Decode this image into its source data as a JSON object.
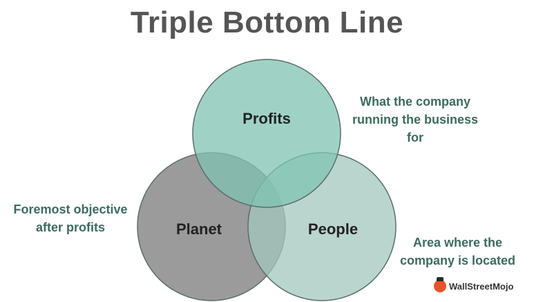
{
  "title": "Triple Bottom Line",
  "circles": {
    "profits": {
      "label": "Profits",
      "color": "#7fc3b2"
    },
    "planet": {
      "label": "Planet",
      "color": "#8a8a8a"
    },
    "people": {
      "label": "People",
      "color": "#a3c7bd"
    }
  },
  "annotations": {
    "profits": [
      "What the company",
      "running the business",
      "for"
    ],
    "planet": [
      "Foremost objective",
      "after profits"
    ],
    "people": [
      "Area where the",
      "company is located"
    ]
  },
  "logo": {
    "text": "WallStreetMojo"
  },
  "colors": {
    "title": "#555555",
    "annotation": "#3d6b5f",
    "stroke": "#5a6e68"
  }
}
